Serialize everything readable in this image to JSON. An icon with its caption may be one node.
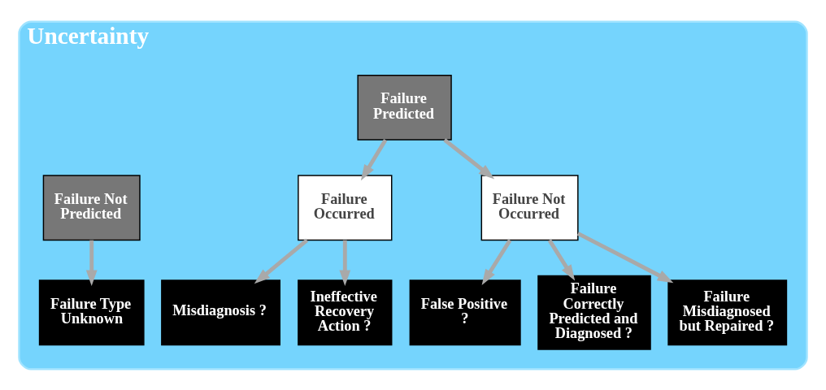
{
  "diagram": {
    "nodes": [
      {
        "text": [
          "Uncertainty"
        ]
      },
      {
        "text": [
          "Failure Predicted"
        ],
        "in": 0
      },
      {
        "text": [
          "Failure Not Predicted"
        ],
        "in": 0
      },
      {
        "text": [
          "Failure Occurred"
        ],
        "in": 0
      },
      {
        "text": [
          "Failure Not Occurred"
        ],
        "in": 0
      },
      {
        "text": [
          "Failure Type Unknown"
        ],
        "in": 0
      },
      {
        "text": [
          "Misdiagnosis ?"
        ],
        "in": 0
      },
      {
        "text": [
          "Ineffective Recovery Action ?"
        ],
        "in": 0
      },
      {
        "text": [
          "False Positive ?"
        ],
        "in": 0
      },
      {
        "text": [
          "Failure Correctly Predicted and Diagnosed ?"
        ],
        "in": 0
      },
      {
        "text": [
          "Failure Misdiagnosed but Repaired ?"
        ],
        "in": 0
      }
    ],
    "edges": [
      {
        "from": 1,
        "to": 3,
        "arrow": "to"
      },
      {
        "from": 1,
        "to": 4,
        "arrow": "to"
      },
      {
        "from": 2,
        "to": 5,
        "arrow": "to"
      },
      {
        "from": 3,
        "to": 6,
        "arrow": "to"
      },
      {
        "from": 3,
        "to": 7,
        "arrow": "to"
      },
      {
        "from": 4,
        "to": 8,
        "arrow": "to"
      },
      {
        "from": 4,
        "to": 9,
        "arrow": "to"
      },
      {
        "from": 4,
        "to": 10,
        "arrow": "to"
      }
    ]
  }
}
